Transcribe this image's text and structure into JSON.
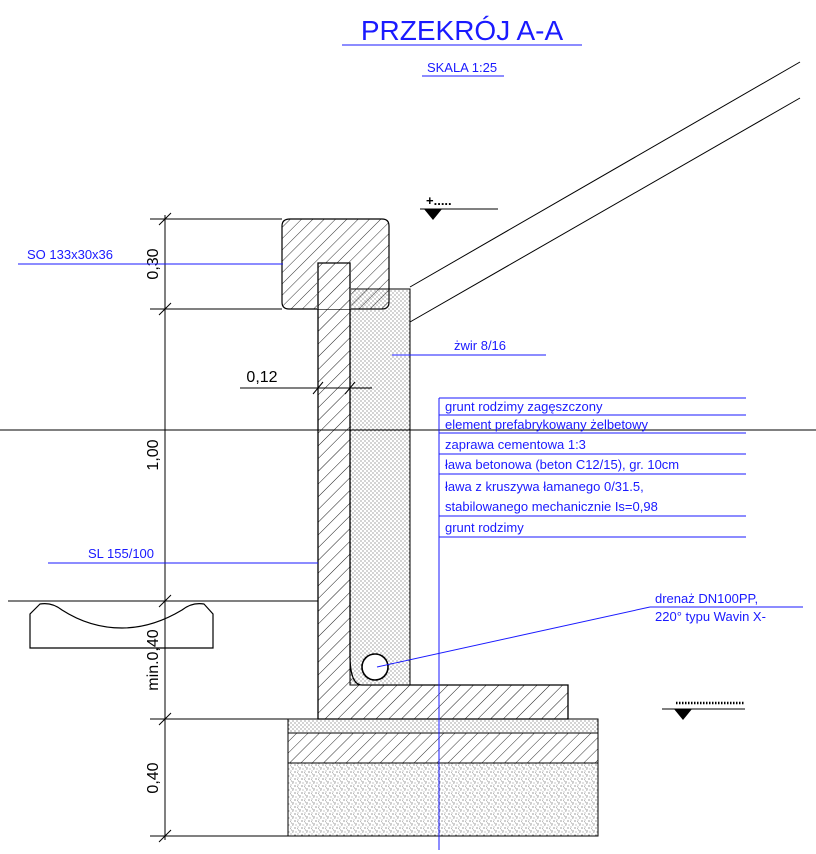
{
  "title": "PRZEKRÓJ A-A",
  "scale": "SKALA 1:25",
  "level_marker": "+.....",
  "dimensions": {
    "top_vertical": "0,30",
    "wall_height": "1,00",
    "lower_vertical": "min.0,40",
    "footing_vertical": "0,40",
    "wall_thickness": "0,12"
  },
  "labels": {
    "curb": "SO 133x30x36",
    "wall": "SL 155/100",
    "gravel": "żwir 8/16",
    "drain_line1": "drenaż DN100PP,",
    "drain_line2": "220° typu Wavin X-"
  },
  "legend": [
    "grunt rodzimy zagęszczony",
    "element prefabrykowany  żelbetowy",
    "zaprawa cementowa 1:3",
    "ława betonowa  (beton C12/15), gr. 10cm",
    "ława z kruszywa łamanego 0/31.5,",
    "stabilowanego mechanicznie Is=0,98",
    "grunt rodzimy"
  ]
}
